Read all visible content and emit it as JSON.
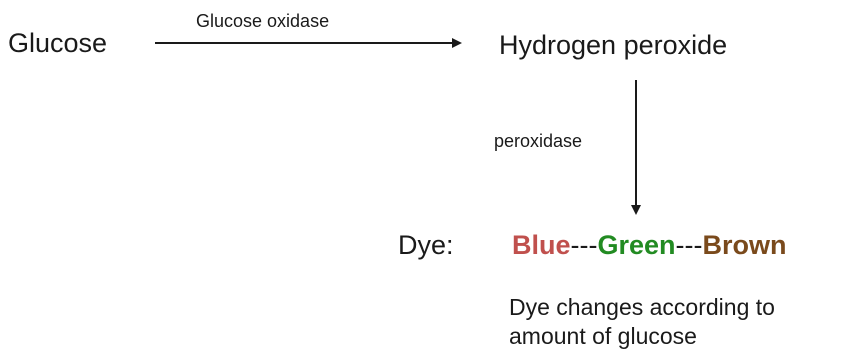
{
  "diagram": {
    "nodes": {
      "glucose": "Glucose",
      "hydrogen_peroxide": "Hydrogen peroxide"
    },
    "edges": {
      "glucose_oxidase": "Glucose oxidase",
      "peroxidase": "peroxidase"
    },
    "dye": {
      "label": "Dye:",
      "sequence": [
        {
          "text": "Blue",
          "color": "#c0504d"
        },
        {
          "text": "---"
        },
        {
          "text": "Green",
          "color": "#228b22"
        },
        {
          "text": "---"
        },
        {
          "text": "Brown",
          "color": "#7a4a1c"
        }
      ]
    },
    "note": {
      "line1": "Dye changes according to",
      "line2": "amount of glucose"
    },
    "colors": {
      "text": "#1a1a1a",
      "arrow": "#1a1a1a",
      "background": "#ffffff"
    }
  }
}
